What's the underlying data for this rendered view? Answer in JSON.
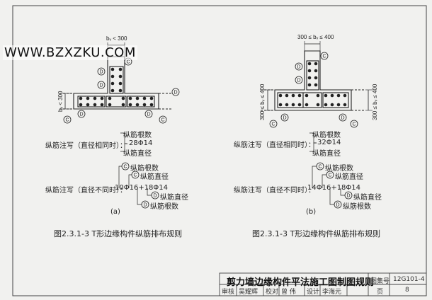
{
  "watermark": "WWW.BZXZKU.COM",
  "left": {
    "dim_top": "bᵥ < 300",
    "dim_side": "bᵥ < 300",
    "note_same_label": "纵筋注写（直径相同时）：",
    "note_same_value": "28Φ14",
    "callout_count": "纵筋根数",
    "callout_dia": "纵筋直径",
    "note_diff_label": "纵筋注写（直径不同时）：",
    "note_diff_value": "10Φ16+18Φ14",
    "c_count": "纵筋根数",
    "c_dia": "纵筋直径",
    "d_dia": "纵筋直径",
    "d_count": "纵筋根数",
    "sublabel": "(a)"
  },
  "right": {
    "dim_top": "300 ≤ bᵥ ≤ 400",
    "dim_side_left": "300 ≤ bᵥ ≤ 400",
    "dim_side_right": "300 ≤ bᵥ ≤ 400",
    "note_same_label": "纵筋注写（直径相同时）：",
    "note_same_value": "32Φ14",
    "callout_count": "纵筋根数",
    "callout_dia": "纵筋直径",
    "note_diff_label": "纵筋注写（直径不同时）：",
    "note_diff_value": "14Φ16+18Φ14",
    "c_count": "纵筋根数",
    "c_dia": "纵筋直径",
    "d_dia": "纵筋直径",
    "d_count": "纵筋根数",
    "sublabel": "(b)"
  },
  "markers": {
    "c": "C",
    "d": "D"
  },
  "captions": {
    "left": "图2.3.1-3  T形边缘构件纵筋排布规则",
    "right": "图2.3.1-3  T形边缘构件纵筋排布规则"
  },
  "titleblock": {
    "title": "剪力墙边缘构件平法施工图制图规则",
    "atlas_label": "图集号",
    "atlas_no": "12G101-4",
    "review_label": "审核",
    "reviewer": "吴耀辉",
    "check_label": "校对",
    "checker": "曾 伟",
    "design_label": "设计",
    "designer": "李海元",
    "page_label": "页",
    "page_no": "8"
  }
}
